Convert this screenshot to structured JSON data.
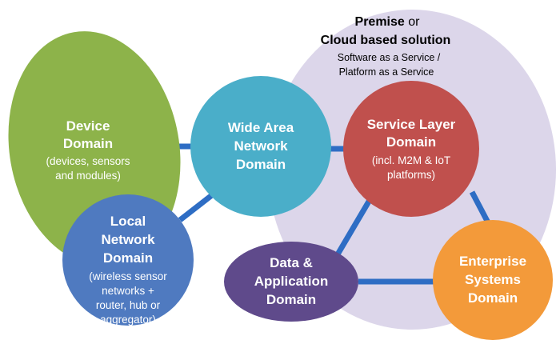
{
  "cloud": {
    "line1_bold": "Premise",
    "line1_rest": " or",
    "line2": "Cloud based solution",
    "line3": "Software as a Service /",
    "line4": "Platform as a Service"
  },
  "device": {
    "title1": "Device",
    "title2": "Domain",
    "sub1": "(devices, sensors",
    "sub2": "and modules)"
  },
  "wan": {
    "title1": "Wide Area",
    "title2": "Network",
    "title3": "Domain"
  },
  "service": {
    "title1": "Service Layer",
    "title2": "Domain",
    "sub1": "(incl. M2M & IoT",
    "sub2": "platforms)"
  },
  "local": {
    "title1": "Local",
    "title2": "Network",
    "title3": "Domain",
    "sub1": "(wireless sensor",
    "sub2": "networks +",
    "sub3": "router, hub or",
    "sub4": "aggregator)"
  },
  "data_app": {
    "title1": "Data &",
    "title2": "Application",
    "title3": "Domain"
  },
  "enterprise": {
    "title1": "Enterprise",
    "title2": "Systems",
    "title3": "Domain"
  },
  "colors": {
    "cloud": "#dcd6ea",
    "device": "#8db34a",
    "wan": "#4aaec9",
    "service": "#c0504d",
    "local": "#4f7ac0",
    "data_app": "#5f4a8b",
    "enterprise": "#f39a3a",
    "connector": "#2e6dc4"
  }
}
